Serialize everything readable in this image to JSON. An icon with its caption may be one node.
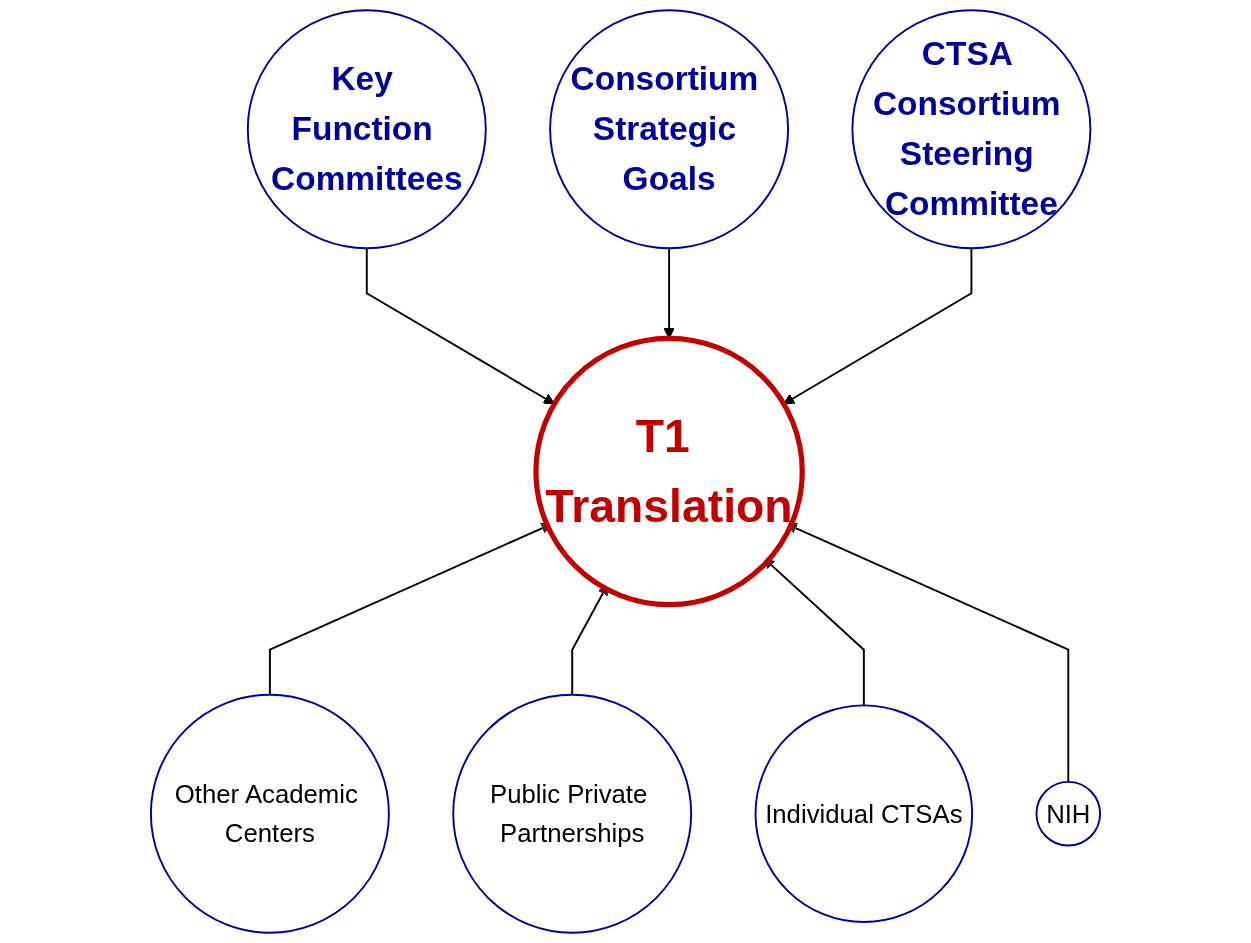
{
  "diagram": {
    "nodes": [
      {
        "text": [
          "Key Function Committees"
        ]
      },
      {
        "text": [
          "Consortium Strategic Goals"
        ]
      },
      {
        "text": [
          "CTSA Consortium Steering Committee"
        ]
      },
      {
        "text": [
          "T1 Translation"
        ]
      },
      {
        "text": [
          "Other Academic Centers"
        ]
      },
      {
        "text": [
          "Public Private Partnerships"
        ]
      },
      {
        "text": [
          "Individual CTSAs"
        ]
      },
      {
        "text": [
          "NIH"
        ]
      }
    ],
    "edges": [
      {
        "from": 0,
        "to": 3,
        "arrow": "to"
      },
      {
        "from": 1,
        "to": 3,
        "arrow": "to"
      },
      {
        "from": 2,
        "to": 3,
        "arrow": "to"
      },
      {
        "from": 4,
        "to": 3,
        "arrow": "to"
      },
      {
        "from": 5,
        "to": 3,
        "arrow": "to"
      },
      {
        "from": 6,
        "to": 3,
        "arrow": "to"
      },
      {
        "from": 7,
        "to": 3,
        "arrow": "to"
      }
    ]
  }
}
